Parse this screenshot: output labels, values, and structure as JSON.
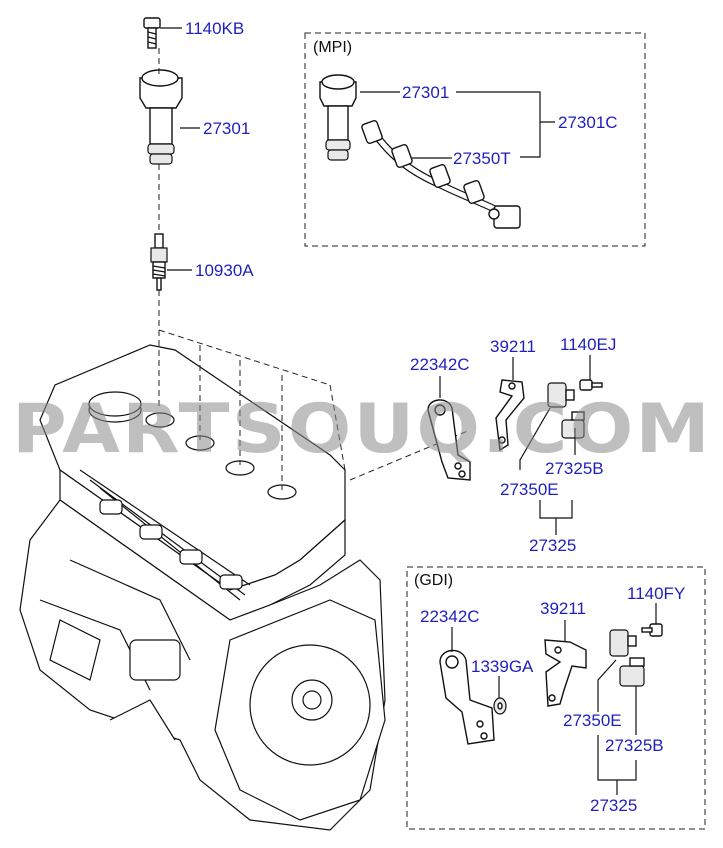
{
  "watermark": "PARTSOUQ.COM",
  "sections": {
    "mpi": "(MPI)",
    "gdi": "(GDI)"
  },
  "labels": {
    "bolt_top": "1140KB",
    "coil_main": "27301",
    "spark_plug": "10930A",
    "mpi_coil": "27301",
    "mpi_harness": "27350T",
    "mpi_assembly": "27301C",
    "bracket_a": "22342C",
    "bracket_b": "39211",
    "bolt_ej": "1140EJ",
    "sensor_b": "27325B",
    "sensor_e": "27350E",
    "sensor_assembly": "27325",
    "gdi_bracket_a": "22342C",
    "gdi_bracket_b": "39211",
    "gdi_bolt": "1140FY",
    "gdi_nut": "1339GA",
    "gdi_sensor_e": "27350E",
    "gdi_sensor_b": "27325B",
    "gdi_sensor_assembly": "27325"
  }
}
